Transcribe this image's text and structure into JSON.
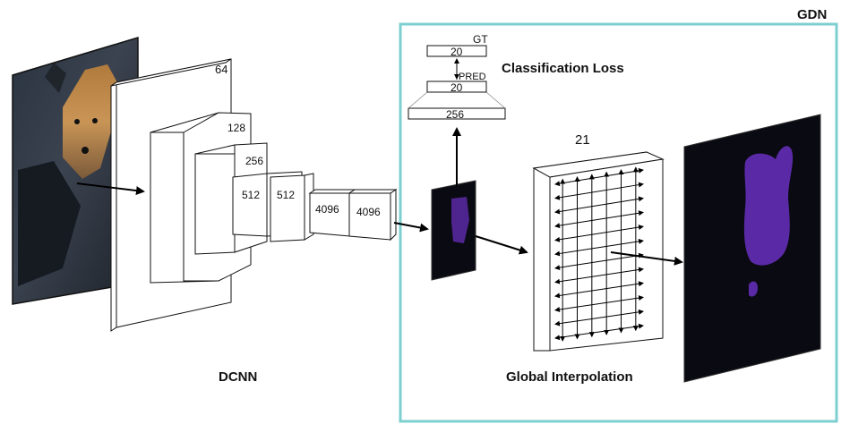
{
  "gdn_label": "GDN",
  "dcnn_label": "DCNN",
  "classification_loss_label": "Classification Loss",
  "global_interpolation_label": "Global Interpolation",
  "layers": {
    "l64": "64",
    "l128": "128",
    "l256": "256",
    "l512a": "512",
    "l512b": "512",
    "l4096a": "4096",
    "l4096b": "4096"
  },
  "classifier": {
    "gt_label": "GT",
    "gt_value": "20",
    "pred_label": "PRED",
    "pred_value": "20",
    "fc_value": "256"
  },
  "interp_channels": "21",
  "colors": {
    "gdn_border": "#7ecfcf",
    "mask_purple": "#5a2aa6",
    "map_dark": "#0a0a12"
  }
}
